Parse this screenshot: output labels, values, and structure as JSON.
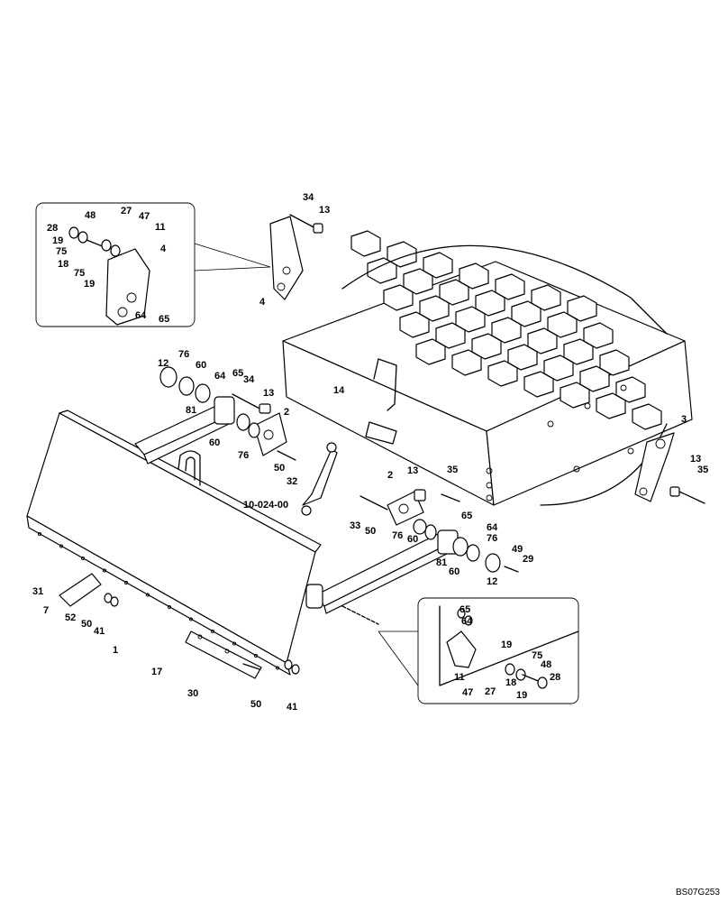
{
  "drawing_code": "BS07G253",
  "callouts_main": [
    "34",
    "13",
    "4",
    "12",
    "76",
    "60",
    "64",
    "65",
    "34",
    "13",
    "2",
    "81",
    "60",
    "76",
    "50",
    "32",
    "14",
    "3",
    "13",
    "35",
    "2",
    "13",
    "35",
    "65",
    "64",
    "10-024-00",
    "33",
    "50",
    "76",
    "60",
    "81",
    "60",
    "76",
    "49",
    "29",
    "12",
    "31",
    "7",
    "52",
    "50",
    "41",
    "1",
    "17",
    "30",
    "50",
    "41"
  ],
  "callouts_inset_left": [
    "28",
    "48",
    "27",
    "47",
    "11",
    "19",
    "75",
    "18",
    "75",
    "19",
    "4",
    "64",
    "65"
  ],
  "callouts_inset_right": [
    "65",
    "64",
    "19",
    "75",
    "48",
    "28",
    "11",
    "47",
    "27",
    "18",
    "19"
  ]
}
